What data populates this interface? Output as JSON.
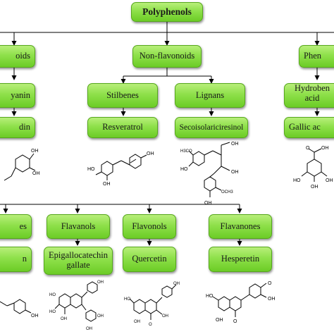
{
  "root": {
    "label": "Polyphenols"
  },
  "level1": {
    "left": "oids",
    "center": "Non-flavonoids",
    "right": "Phen"
  },
  "nonflavonoids": {
    "stilbenes": {
      "label": "Stilbenes",
      "example": "Resveratrol"
    },
    "lignans": {
      "label": "Lignans",
      "example": "Secoisolariciresinol"
    }
  },
  "phenolic_acids": {
    "label_line1": "Hydroben",
    "label_line2": "acid",
    "example": "Gallic ac"
  },
  "left_branch": {
    "sub": "yanin",
    "example": "din"
  },
  "flavonoids": {
    "partial_class": "es",
    "partial_example": "n",
    "flavanols": {
      "label": "Flavanols",
      "example_line1": "Epigallocatechin",
      "example_line2": "gallate"
    },
    "flavonols": {
      "label": "Flavonols",
      "example": "Quercetin"
    },
    "flavanones": {
      "label": "Flavanones",
      "example": "Hesperetin"
    }
  },
  "structure_labels": {
    "oh": "OH",
    "ho": "HO",
    "o": "O",
    "h3co": "H3CO",
    "och3": "OCH3"
  },
  "colors": {
    "box_top": "#b8ef7a",
    "box_bottom": "#6ccc26",
    "box_border": "#56a81c",
    "connector": "#000000"
  }
}
